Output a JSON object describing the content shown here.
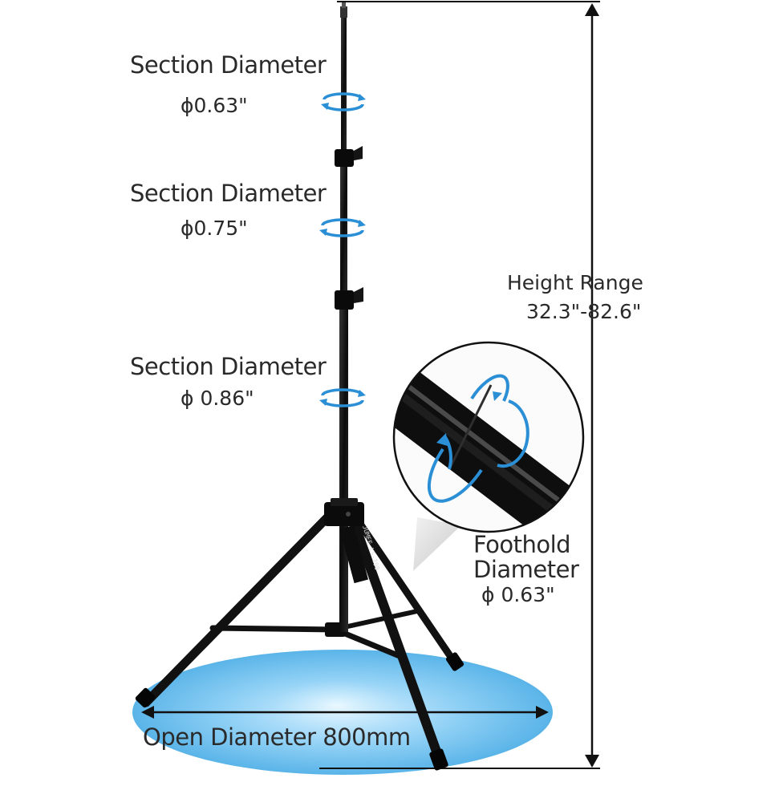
{
  "sections": [
    {
      "label": "Section Diameter",
      "value": "ϕ0.63\""
    },
    {
      "label": "Section Diameter",
      "value": "ϕ0.75\""
    },
    {
      "label": "Section Diameter",
      "value": "ϕ 0.86\""
    }
  ],
  "height_range": {
    "label": "Height Range",
    "value": "32.3\"-82.6\""
  },
  "foothold": {
    "line1": "Foothold",
    "line2": "Diameter",
    "value": "ϕ 0.63\""
  },
  "open_diameter": {
    "label": "Open Diameter 800mm"
  },
  "colors": {
    "accent": "#2b8fd6",
    "stand": "#111111",
    "base_glow": "#6fc0ef"
  }
}
